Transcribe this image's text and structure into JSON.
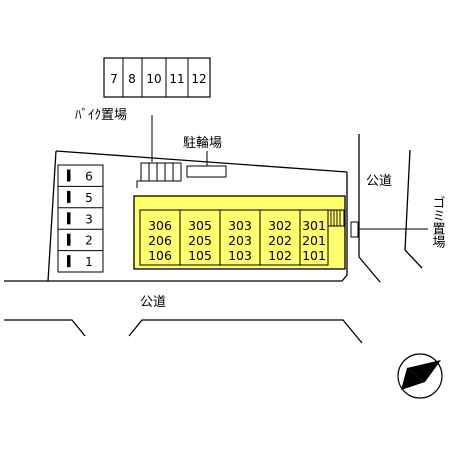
{
  "labels": {
    "bike_parking": "ﾊﾞｲｸ置場",
    "bicycle_parking": "駐輪場",
    "public_road_right": "公道",
    "public_road_bottom": "公道",
    "garbage_area": "ゴミ置場"
  },
  "bike_slots": [
    "7",
    "8",
    "10",
    "11",
    "12"
  ],
  "parking_spaces": [
    "6",
    "5",
    "3",
    "2",
    "1"
  ],
  "units": [
    [
      "306",
      "206",
      "106"
    ],
    [
      "305",
      "205",
      "105"
    ],
    [
      "303",
      "203",
      "103"
    ],
    [
      "302",
      "202",
      "102"
    ],
    [
      "301",
      "201",
      "101"
    ]
  ],
  "colors": {
    "building_fill": "#ffff6e",
    "line": "#000000",
    "background": "#ffffff"
  },
  "icons": {
    "north_arrow": "compass-arrow-icon"
  }
}
